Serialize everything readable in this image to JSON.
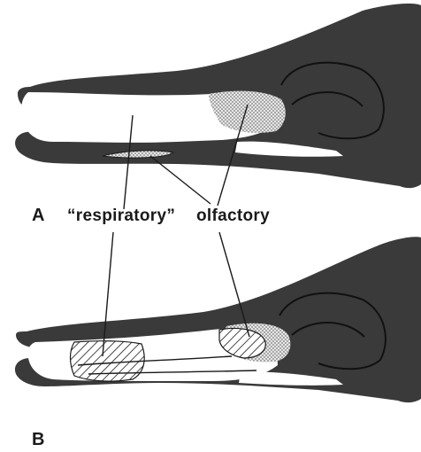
{
  "figure": {
    "panels": [
      {
        "label": "A"
      },
      {
        "label": "B"
      }
    ],
    "terms": {
      "respiratory": "“respiratory”",
      "olfactory": "olfactory"
    },
    "colors": {
      "skull_fill": "#3a3a3a",
      "cavity_fill": "#ffffff",
      "stipple_fill": "#bdbdbd",
      "leader_line": "#1a1a1a"
    }
  }
}
